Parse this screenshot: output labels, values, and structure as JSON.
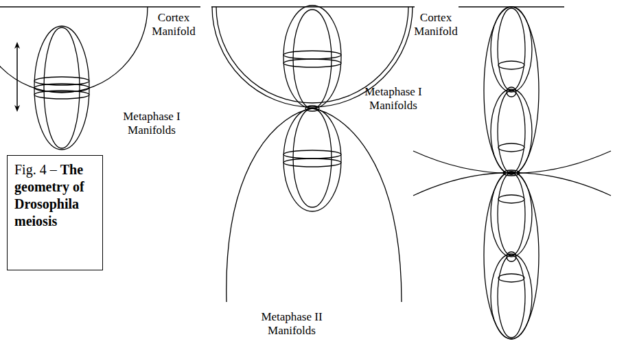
{
  "diagram": {
    "nodes": [
      {
        "text": [
          "Fig. 4 –",
          "The geometry of Drosophila meiosis"
        ]
      }
    ],
    "labels": [
      "Cortex Manifold",
      "Metaphase I Manifolds",
      "Cortex Manifold",
      "Metaphase I Manifolds",
      "Metaphase II Manifolds"
    ]
  }
}
